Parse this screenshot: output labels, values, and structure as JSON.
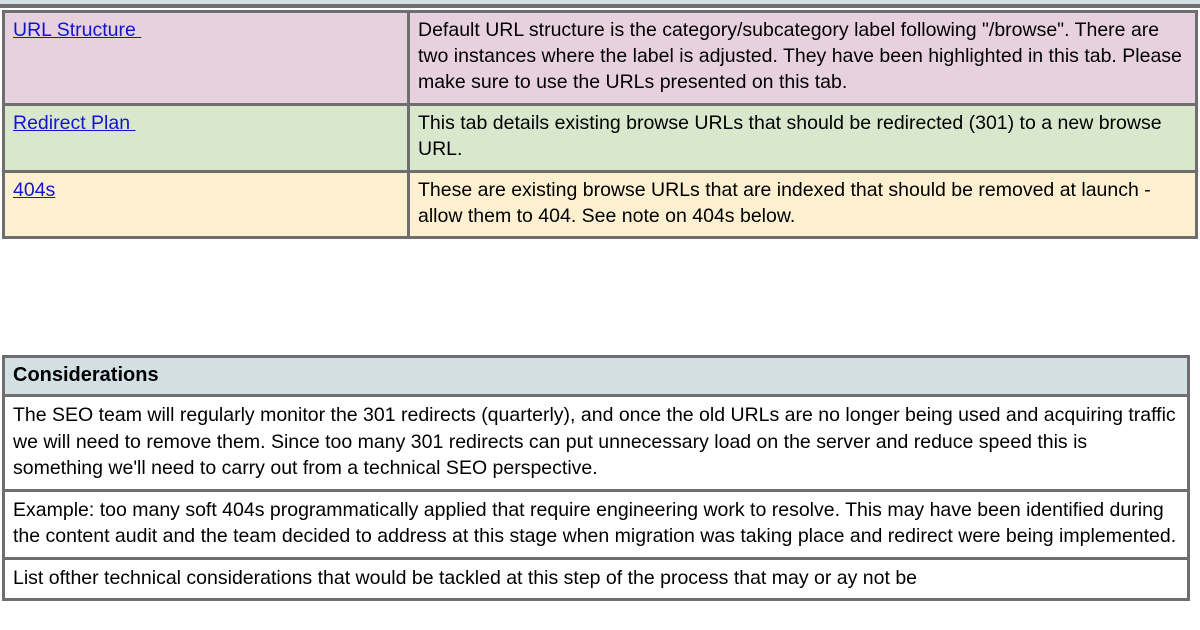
{
  "top_strip": {
    "visible": true,
    "color": "#d3e0e3"
  },
  "colors": {
    "border": "#6e6e6e",
    "link": "#1414cc",
    "row_pink": "#e8d1de",
    "row_green": "#d9e8cd",
    "row_yellow": "#fcf0d0",
    "header_blue": "#d3e0e3",
    "body_background": "#ffffff"
  },
  "legend_table": {
    "rows": [
      {
        "label": "URL Structure ",
        "description": "Default URL structure is the category/subcategory label following \"/browse\". There are two instances where the label is adjusted. They have been highlighted in this tab. Please make sure to use the URLs presented on this tab.",
        "color": "#e8d1de"
      },
      {
        "label": "Redirect Plan ",
        "description": "This tab details existing browse URLs that should be redirected (301) to a new browse URL.",
        "color": "#d9e8cd"
      },
      {
        "label": "404s",
        "description": "These are existing browse URLs that are indexed that should be removed at launch - allow them to 404. See note on 404s below.",
        "color": "#fcf0d0"
      }
    ]
  },
  "considerations_table": {
    "header": "Considerations",
    "rows": [
      {
        "text": "The SEO team will regularly monitor the 301 redirects (quarterly), and once the old URLs are no longer being used and acquiring traffic we will need to remove them. Since too many 301 redirects can put unnecessary load on the server and reduce speed this is something we'll need to carry out from a technical SEO perspective."
      },
      {
        "text": "Example: too many soft 404s programmatically applied that require engineering work to resolve. This may have been identified during the content audit and the team decided to address at this stage when migration was taking place and redirect were being implemented."
      },
      {
        "text": "List ofther technical considerations that would be tackled at this step of the process that may or ay not be"
      }
    ]
  }
}
